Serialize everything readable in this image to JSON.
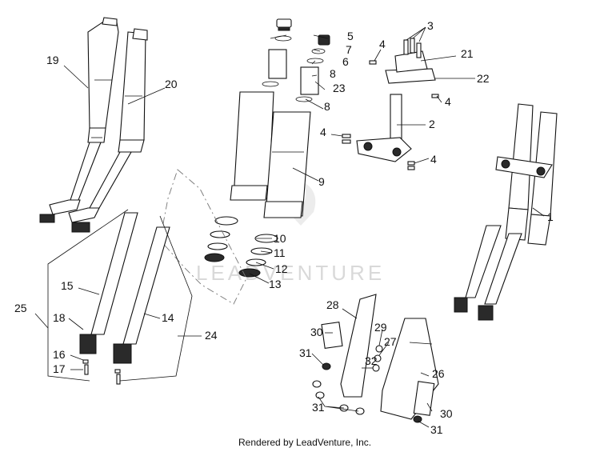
{
  "labels": {
    "l1": "1",
    "l2": "2",
    "l3": "3",
    "l4a": "4",
    "l4b": "4",
    "l4c": "4",
    "l4d": "4",
    "l5": "5",
    "l6": "6",
    "l7": "7",
    "l8a": "8",
    "l8b": "8",
    "l9": "9",
    "l10": "10",
    "l11": "11",
    "l12": "12",
    "l13": "13",
    "l14": "14",
    "l15": "15",
    "l16": "16",
    "l17": "17",
    "l18": "18",
    "l19": "19",
    "l20": "20",
    "l21": "21",
    "l22": "22",
    "l23": "23",
    "l24": "24",
    "l25": "25",
    "l26": "26",
    "l27": "27",
    "l28": "28",
    "l29": "29",
    "l30a": "30",
    "l30b": "30",
    "l31a": "31",
    "l31b": "31",
    "l31c": "31",
    "l32": "32"
  },
  "watermark": "LEADVENTURE",
  "footer": "Rendered by LeadVenture, Inc."
}
